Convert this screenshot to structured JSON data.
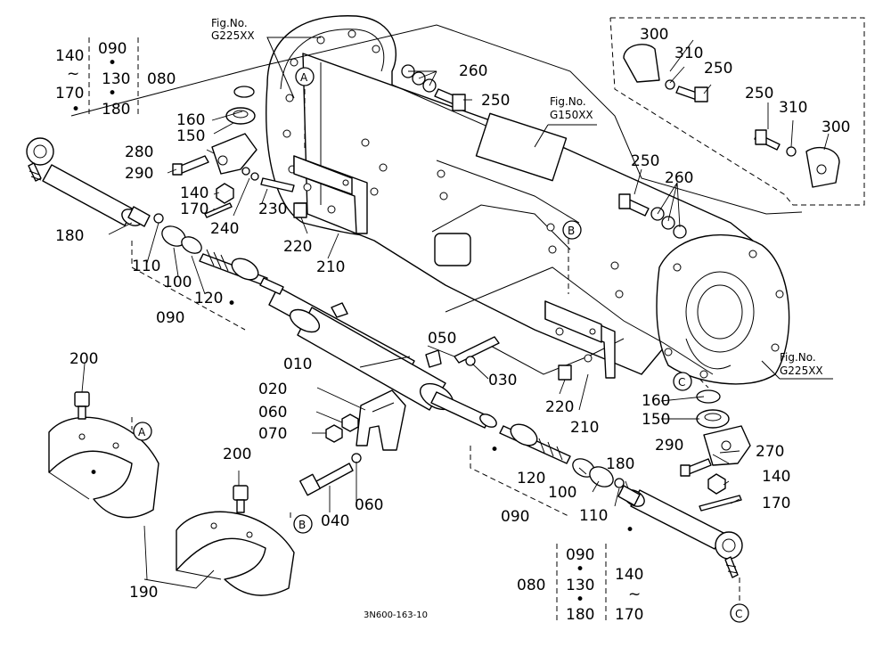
{
  "figure_refs": {
    "top_left": [
      "Fig.No.",
      "G225XX"
    ],
    "center": [
      "Fig.No.",
      "G150XX"
    ],
    "right": [
      "Fig.No.",
      "G225XX"
    ]
  },
  "callouts": {
    "a": "A",
    "b": "B",
    "c": "C"
  },
  "parts": {
    "p010": "010",
    "p020": "020",
    "p030": "030",
    "p040": "040",
    "p050": "050",
    "p060": "060",
    "p070": "070",
    "p080": "080",
    "p090": "090",
    "p100": "100",
    "p110": "110",
    "p120": "120",
    "p130": "130",
    "p140": "140",
    "p150": "150",
    "p160": "160",
    "p170": "170",
    "p180": "180",
    "p190": "190",
    "p200": "200",
    "p210": "210",
    "p220": "220",
    "p230": "230",
    "p240": "240",
    "p250": "250",
    "p260": "260",
    "p270": "270",
    "p280": "280",
    "p290": "290",
    "p300": "300",
    "p310": "310"
  },
  "group_symbols": {
    "dot": "•",
    "tilde": "~"
  },
  "drawing_code": "3N600-163-10"
}
